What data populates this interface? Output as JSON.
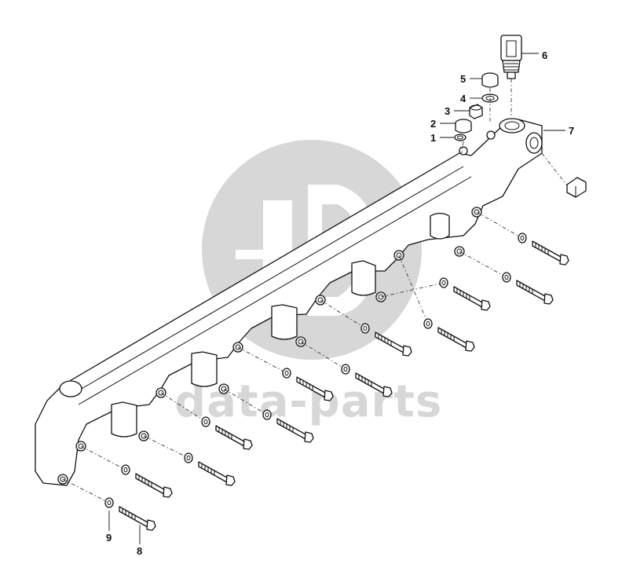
{
  "watermark": {
    "text": "data-parts",
    "logo_name": "dp-logo"
  },
  "callouts": [
    {
      "id": "1",
      "label": "1"
    },
    {
      "id": "2",
      "label": "2"
    },
    {
      "id": "3",
      "label": "3"
    },
    {
      "id": "4",
      "label": "4"
    },
    {
      "id": "5",
      "label": "5"
    },
    {
      "id": "6",
      "label": "6"
    },
    {
      "id": "7",
      "label": "7"
    },
    {
      "id": "8",
      "label": "8"
    },
    {
      "id": "9",
      "label": "9"
    }
  ],
  "colors": {
    "line": "#111111",
    "watermark": "#d7d7d7",
    "background": "#ffffff"
  }
}
